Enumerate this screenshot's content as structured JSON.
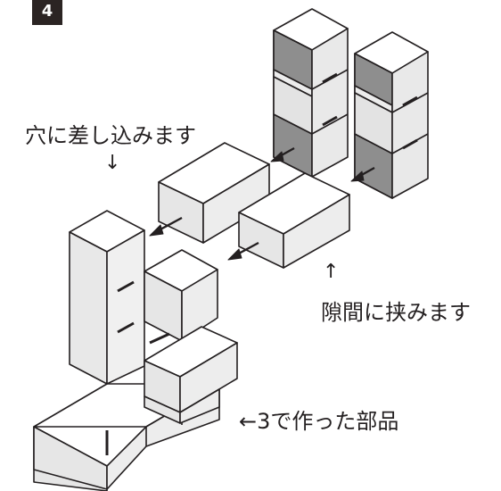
{
  "step": {
    "number": "4"
  },
  "labels": {
    "insert_into_holes": "穴に差し込みます",
    "insert_into_holes_arrow": "↓",
    "sandwich_in_gap": "隙間に挟みます",
    "sandwich_in_gap_arrow": "↑",
    "part_from_step3": "←3で作った部品"
  },
  "colors": {
    "outline": "#231f20",
    "face_top": "#ffffff",
    "face_front": "#ececec",
    "face_side": "#d7d7d7",
    "interior": "#9a9a9a",
    "arrow": "#231f20",
    "badge_bg": "#2b2423"
  }
}
